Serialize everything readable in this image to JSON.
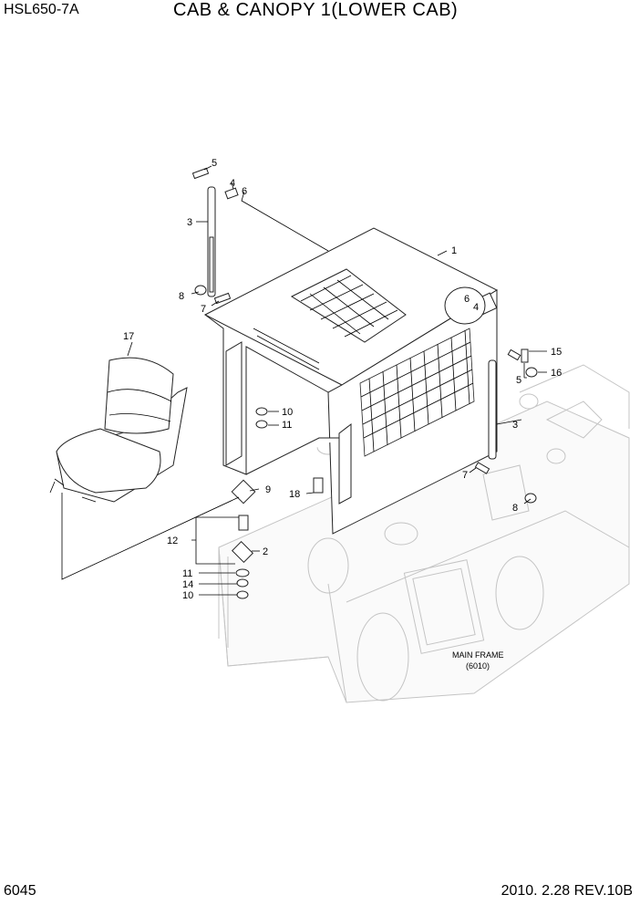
{
  "header": {
    "model": "HSL650-7A",
    "title": "CAB & CANOPY 1(LOWER CAB)"
  },
  "footer": {
    "page": "6045",
    "revision": "2010. 2.28  REV.10B"
  },
  "callouts": {
    "c1": "1",
    "c2": "2",
    "c3a": "3",
    "c3b": "3",
    "c4a": "4",
    "c4b": "4",
    "c5a": "5",
    "c5b": "5",
    "c6a": "6",
    "c6b": "6",
    "c7a": "7",
    "c7b": "7",
    "c8a": "8",
    "c8b": "8",
    "c9": "9",
    "c10a": "10",
    "c10b": "10",
    "c11a": "11",
    "c11b": "11",
    "c12": "12",
    "c14": "14",
    "c15": "15",
    "c16": "16",
    "c17": "17",
    "c18": "18"
  },
  "main_frame": {
    "name": "MAIN FRAME",
    "ref": "(6010)"
  }
}
